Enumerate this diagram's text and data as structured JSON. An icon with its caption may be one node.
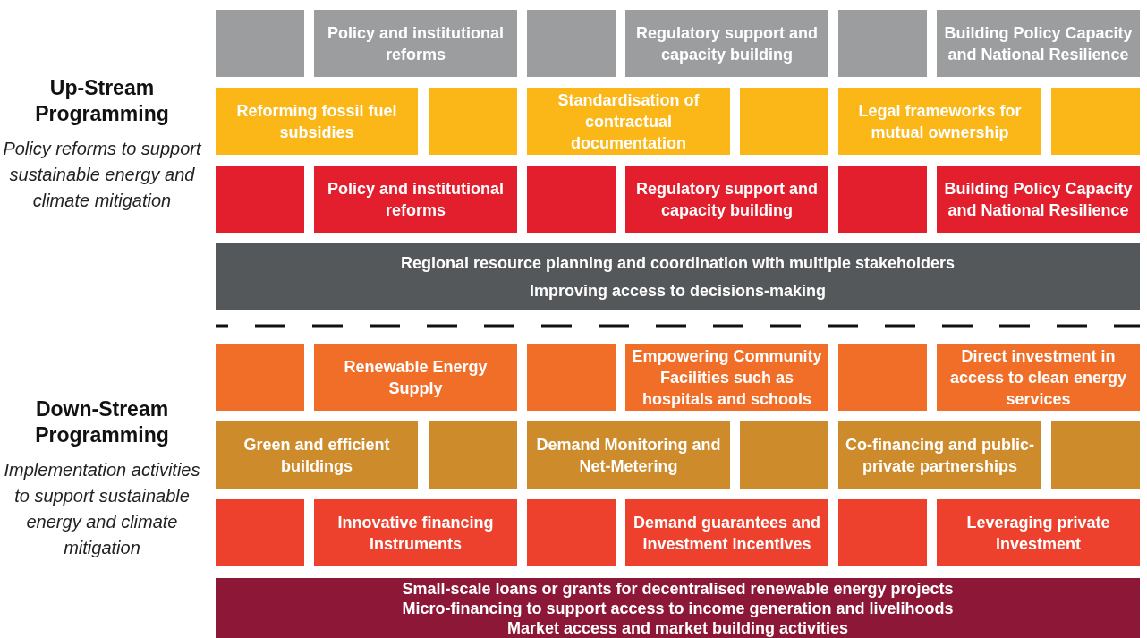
{
  "diagram": {
    "nodes": [
      {
        "text": [],
        "shape": "box"
      },
      {
        "text": [
          "Policy and institutional reforms"
        ]
      },
      {
        "text": [],
        "shape": "box"
      },
      {
        "text": [
          "Regulatory support and capacity building"
        ]
      },
      {
        "text": [],
        "shape": "box"
      },
      {
        "text": [
          "Building Policy Capacity and National Resilience"
        ]
      },
      {
        "text": [
          "Reforming fossil fuel subsidies"
        ]
      },
      {
        "text": [],
        "shape": "box"
      },
      {
        "text": [
          "Standardisation of contractual documentation"
        ]
      },
      {
        "text": [],
        "shape": "box"
      },
      {
        "text": [
          "Legal frameworks for mutual ownership"
        ]
      },
      {
        "text": [],
        "shape": "box"
      },
      {
        "text": [],
        "shape": "box"
      },
      {
        "text": [
          "Policy and institutional reforms"
        ]
      },
      {
        "text": [],
        "shape": "box"
      },
      {
        "text": [
          "Regulatory support and capacity building"
        ]
      },
      {
        "text": [],
        "shape": "box"
      },
      {
        "text": [
          "Building Policy Capacity and National Resilience"
        ]
      },
      {
        "text": [
          "Regional resource planning and coordination with multiple stakeholders",
          "Improving access to decisions-making"
        ]
      },
      {
        "text": [],
        "shape": "box"
      },
      {
        "text": [
          "Renewable Energy Supply"
        ]
      },
      {
        "text": [],
        "shape": "box"
      },
      {
        "text": [
          "Empowering Community Facilities such as hospitals and schools"
        ]
      },
      {
        "text": [],
        "shape": "box"
      },
      {
        "text": [
          "Direct investment in access to clean energy services"
        ]
      },
      {
        "text": [
          "Green and efficient buildings"
        ]
      },
      {
        "text": [],
        "shape": "box"
      },
      {
        "text": [
          "Demand Monitoring and Net-Metering"
        ]
      },
      {
        "text": [],
        "shape": "box"
      },
      {
        "text": [
          "Co-financing and public-private partnerships"
        ]
      },
      {
        "text": [],
        "shape": "box"
      },
      {
        "text": [],
        "shape": "box"
      },
      {
        "text": [
          "Innovative financing instruments"
        ]
      },
      {
        "text": [],
        "shape": "box"
      },
      {
        "text": [
          "Demand guarantees and investment incentives"
        ]
      },
      {
        "text": [],
        "shape": "box"
      },
      {
        "text": [
          "Leveraging private investment"
        ]
      },
      {
        "text": [
          "Small-scale loans or grants for decentralised renewable energy projects",
          "Micro-financing to support access to income generation and livelihoods",
          "Market access and market building activities"
        ]
      }
    ],
    "labels": [
      "Up-Stream Programming",
      "Policy reforms to support sustainable energy and climate mitigation",
      "Down-Stream Programming",
      "Implementation activities to support sustainable energy and climate mitigation"
    ]
  }
}
